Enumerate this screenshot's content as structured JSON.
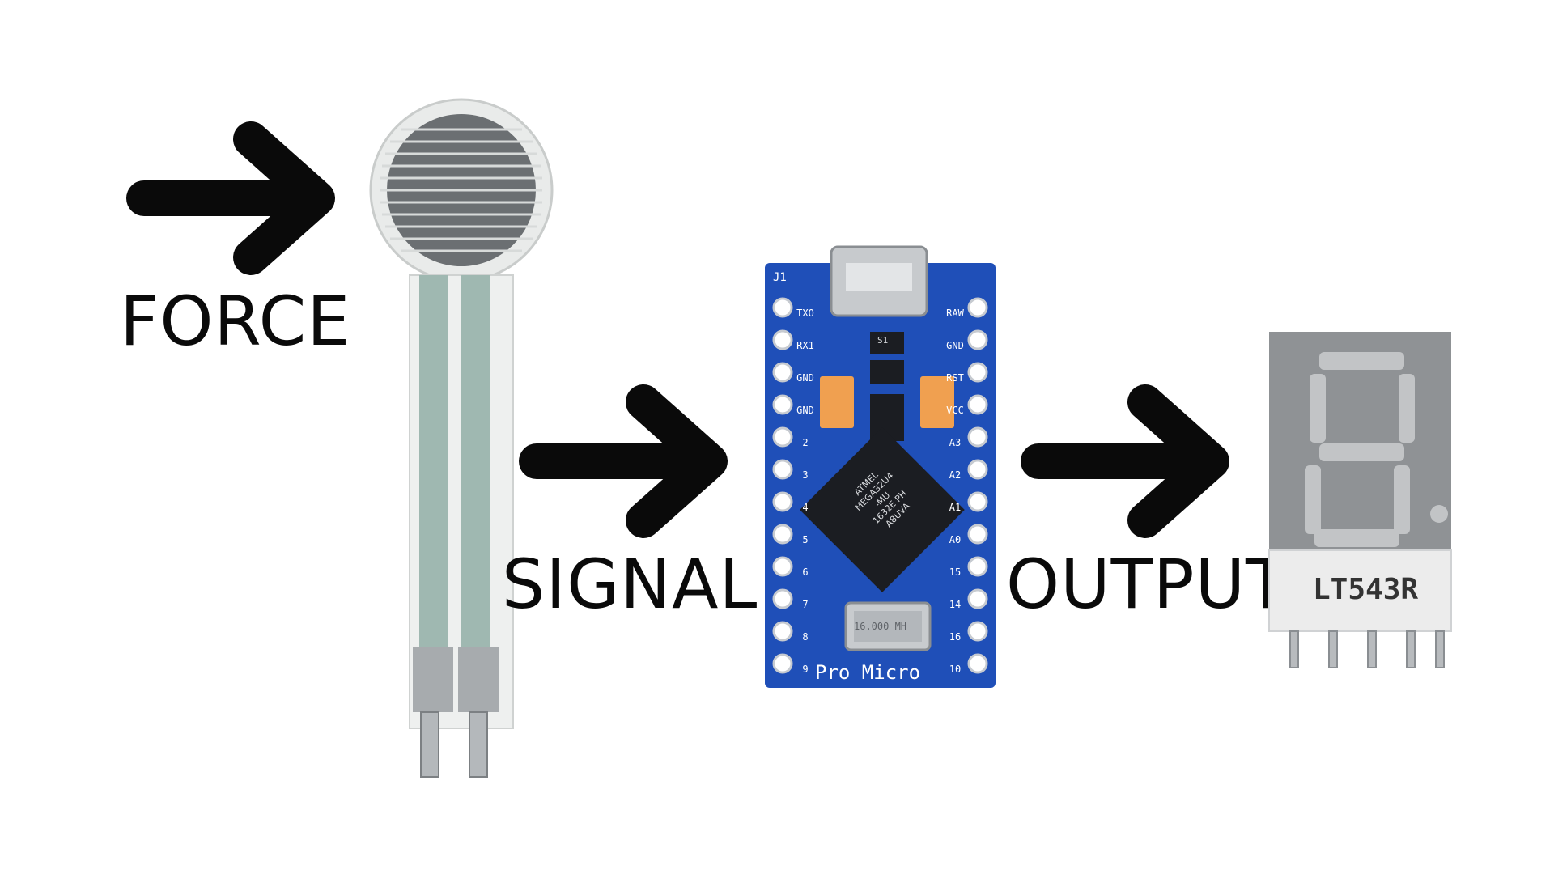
{
  "labels": {
    "force": "FORCE",
    "signal": "SIGNAL",
    "output": "OUTPUT"
  },
  "board": {
    "name": "Pro Micro",
    "chip_lines": [
      "ATMEL",
      "MEGA32U4",
      "-MU",
      "1632E PH",
      "A8UVA"
    ],
    "left_pins": [
      "TXO",
      "RX1",
      "GND",
      "GND",
      "2",
      "3",
      "4",
      "5",
      "6",
      "7",
      "8",
      "9"
    ],
    "right_pins": [
      "RAW",
      "GND",
      "RST",
      "VCC",
      "A3",
      "A2",
      "A1",
      "A0",
      "15",
      "14",
      "16",
      "10"
    ],
    "header_label": "J1",
    "crystal_text": "16.000 MH",
    "regulator_text": "S1"
  },
  "display": {
    "part_number": "LT543R"
  },
  "colors": {
    "arrow": "#0a0a0a",
    "pcb": "#1f4fb8",
    "pcb_dark": "#163c93",
    "chip": "#1b1d22",
    "display_face": "#8f9295",
    "display_body": "#ececec",
    "fsr_silver": "#9aa0a6"
  },
  "icons": [
    "right-arrow-icon"
  ]
}
